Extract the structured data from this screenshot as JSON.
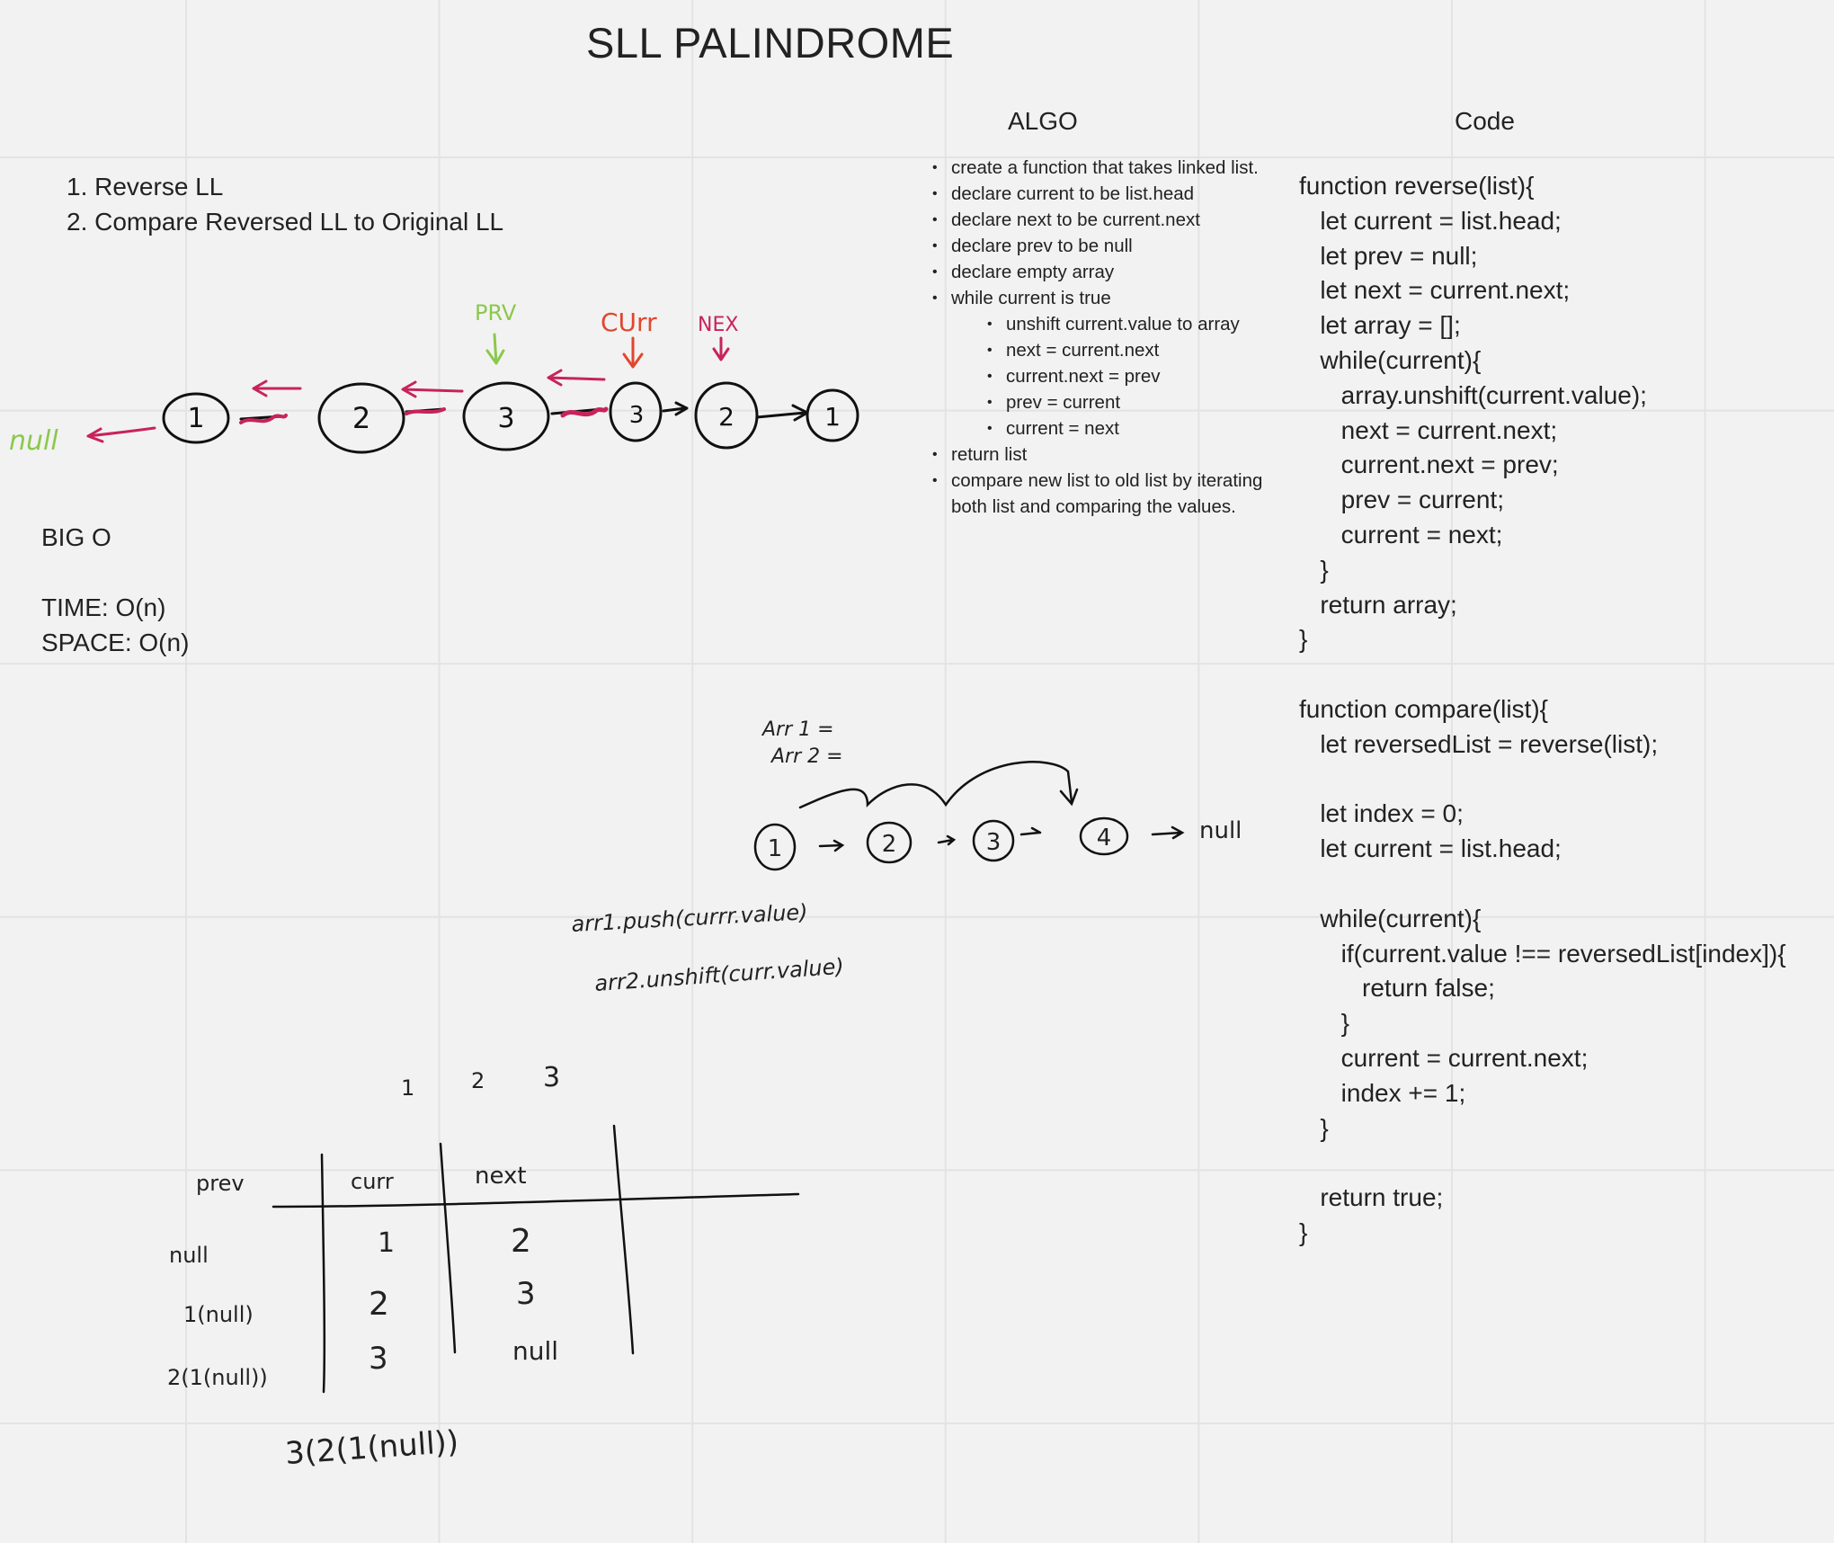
{
  "title": "SLL PALINDROME",
  "headings": {
    "algo": "ALGO",
    "code": "Code"
  },
  "steps": [
    "1. Reverse LL",
    "2. Compare Reversed LL to Original LL"
  ],
  "big_o": {
    "heading": "BIG O",
    "time": "TIME: O(n)",
    "space": "SPACE: O(n)"
  },
  "algo": [
    {
      "text": "create a function that takes linked list.",
      "level": 0
    },
    {
      "text": "declare current to be list.head",
      "level": 0
    },
    {
      "text": "declare next to be current.next",
      "level": 0
    },
    {
      "text": "declare prev to be null",
      "level": 0
    },
    {
      "text": "declare empty array",
      "level": 0
    },
    {
      "text": "while current is true",
      "level": 0
    },
    {
      "text": "unshift current.value to array",
      "level": 1
    },
    {
      "text": "next = current.next",
      "level": 1
    },
    {
      "text": "current.next = prev",
      "level": 1
    },
    {
      "text": "prev = current",
      "level": 1
    },
    {
      "text": "current = next",
      "level": 1
    },
    {
      "text": "return list",
      "level": 0
    },
    {
      "text": "compare new list to old list by iterating both list and comparing the values.",
      "level": 0
    }
  ],
  "code_lines": [
    "function reverse(list){",
    "   let current = list.head;",
    "   let prev = null;",
    "   let next = current.next;",
    "   let array = [];",
    "   while(current){",
    "      array.unshift(current.value);",
    "      next = current.next;",
    "      current.next = prev;",
    "      prev = current;",
    "      current = next;",
    "   }",
    "   return array;",
    "}",
    "",
    "function compare(list){",
    "   let reversedList = reverse(list);",
    "",
    "   let index = 0;",
    "   let current = list.head;",
    "",
    "   while(current){",
    "      if(current.value !== reversedList[index]){",
    "         return false;",
    "      }",
    "      current = current.next;",
    "      index += 1;",
    "   }",
    "",
    "   return true;",
    "}"
  ],
  "sketch_top": {
    "null_label": "null",
    "nodes": [
      "1",
      "2",
      "3",
      "3",
      "2",
      "1"
    ],
    "pointer_labels": {
      "prev": "PRV",
      "curr": "CUrr",
      "next": "NEX"
    }
  },
  "sketch_mid": {
    "arr_labels": [
      "Arr 1  =",
      "Arr 2 ="
    ],
    "nodes": [
      "1",
      "2",
      "3",
      "4"
    ],
    "null_label": "null",
    "line_push": "arr1.push(currr.value)",
    "line_unshift": "arr2.unshift(curr.value)"
  },
  "sketch_table": {
    "top_numbers": [
      "1",
      "2",
      "3"
    ],
    "headers": [
      "prev",
      "curr",
      "next"
    ],
    "rows": [
      [
        "null",
        "1",
        "2"
      ],
      [
        "1(null)",
        "2",
        "3"
      ],
      [
        "2(1(null))",
        "3",
        "null"
      ]
    ],
    "bottom": "3(2(1(null))"
  },
  "colors": {
    "background": "#f2f2f2",
    "grid": "#e3e3e3",
    "ink": "#111111",
    "prev_green": "#8cc84b",
    "curr_red": "#e0472e",
    "magenta": "#c8235a"
  }
}
